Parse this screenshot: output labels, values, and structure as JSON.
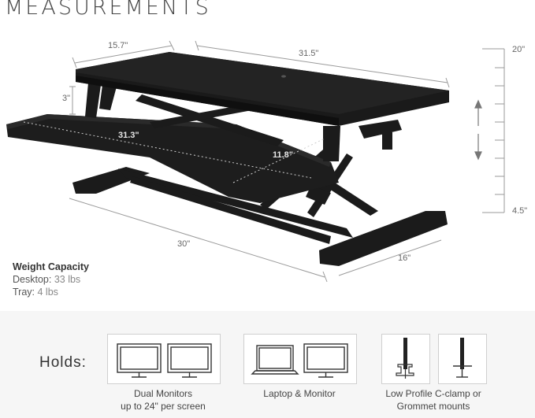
{
  "title": "MEASUREMENTS",
  "dimensions": {
    "top_depth": "15.7\"",
    "top_width": "31.5\"",
    "height_max": "20\"",
    "height_min": "4.5\"",
    "top_thickness": "3\"",
    "tray_width": "31.3\"",
    "tray_depth": "11.8\"",
    "base_width": "30\"",
    "base_depth": "16\""
  },
  "weight": {
    "heading": "Weight Capacity",
    "desktop_label": "Desktop:",
    "desktop_value": "33 lbs",
    "tray_label": "Tray:",
    "tray_value": "4 lbs"
  },
  "holds": {
    "label": "Holds:",
    "options": [
      {
        "line1": "Dual Monitors",
        "line2": "up to 24\" per screen",
        "icon": "dual-monitor-icon"
      },
      {
        "line1": "Laptop & Monitor",
        "line2": "",
        "icon": "laptop-monitor-icon"
      },
      {
        "line1": "Low Profile C-clamp or",
        "line2": "Grommet mounts",
        "icon": "clamp-grommet-icon"
      }
    ]
  },
  "colors": {
    "desk": "#1b1b1b",
    "dimension_lines": "#9a9a9a",
    "text": "#333333",
    "panel": "#f6f6f6"
  }
}
